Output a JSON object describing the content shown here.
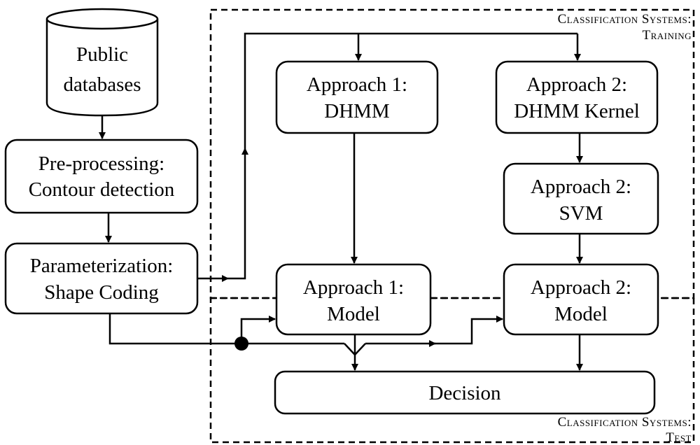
{
  "nodes": {
    "public_databases": {
      "line1": "Public",
      "line2": "databases"
    },
    "preprocessing": {
      "line1": "Pre-processing:",
      "line2": "Contour detection"
    },
    "parameterization": {
      "line1": "Parameterization:",
      "line2": "Shape Coding"
    },
    "approach1_dhmm": {
      "line1": "Approach 1:",
      "line2": "DHMM"
    },
    "approach2_dhmm_kernel": {
      "line1": "Approach 2:",
      "line2": "DHMM Kernel"
    },
    "approach2_svm": {
      "line1": "Approach 2:",
      "line2": "SVM"
    },
    "approach1_model": {
      "line1": "Approach 1:",
      "line2": "Model"
    },
    "approach2_model": {
      "line1": "Approach 2:",
      "line2": "Model"
    },
    "decision": {
      "label": "Decision"
    }
  },
  "regions": {
    "training": {
      "line1": "Classification Systems:",
      "line2": "Training"
    },
    "test": {
      "line1": "Classification Systems:",
      "line2": "Test"
    }
  }
}
